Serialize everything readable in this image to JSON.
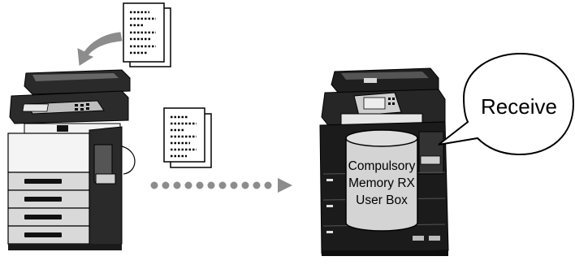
{
  "diagram": {
    "balloon_label": "Receive",
    "box_lines": [
      "Compulsory",
      "Memory RX",
      "User Box"
    ]
  },
  "icons": {
    "sender": "mfp-printer-icon",
    "receiver": "mfp-printer-icon",
    "doc_top": "document-stack-icon",
    "doc_mid": "document-stack-icon",
    "storage": "database-cylinder-icon",
    "speech": "speech-balloon-icon",
    "feed_arrow": "curved-arrow-icon",
    "transfer_arrow": "dotted-arrow-icon"
  },
  "colors": {
    "line": "#000000",
    "fill_light": "#ffffff",
    "fill_gray": "#d9d9d9",
    "fill_dark": "#1a1a1a",
    "cylinder": "#d4d4d4"
  }
}
